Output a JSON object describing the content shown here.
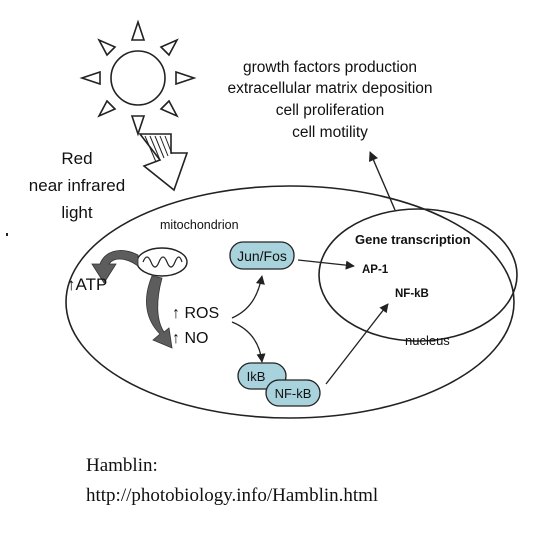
{
  "outcomes": {
    "line1": "growth factors production",
    "line2": "extracellular matrix deposition",
    "line3": "cell proliferation",
    "line4": "cell motility"
  },
  "light": {
    "line1": "Red",
    "line2": "near infrared",
    "line3": "light"
  },
  "labels": {
    "mitochondrion": "mitochondrion",
    "atp": "↑ATP",
    "ros": "↑ ROS",
    "no": "↑ NO",
    "jun_fos": "Jun/Fos",
    "ikb": "IkB",
    "nfkb_complex": "NF-kB",
    "gene_transcription": "Gene transcription",
    "ap1": "AP-1",
    "nfkb_nucleus": "NF-kB",
    "nucleus": "nucleus"
  },
  "citation": {
    "line1": "Hamblin:",
    "line2": "http://photobiology.info/Hamblin.html"
  },
  "colors": {
    "protein_fill": "#a9d3dc",
    "mito_arrow": "#5d5d5d",
    "stroke": "#222222"
  }
}
